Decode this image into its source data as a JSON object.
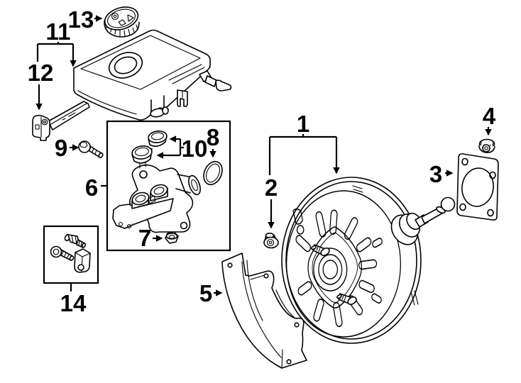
{
  "diagram": {
    "kind": "parts-callout-diagram",
    "colors": {
      "background": "#ffffff",
      "line": "#000000",
      "label": "#000000"
    }
  },
  "callouts": [
    {
      "label": "1"
    },
    {
      "label": "2"
    },
    {
      "label": "3"
    },
    {
      "label": "4"
    },
    {
      "label": "5"
    },
    {
      "label": "6"
    },
    {
      "label": "7"
    },
    {
      "label": "8"
    },
    {
      "label": "9"
    },
    {
      "label": "10"
    },
    {
      "label": "11"
    },
    {
      "label": "12"
    },
    {
      "label": "13"
    },
    {
      "label": "14"
    }
  ]
}
